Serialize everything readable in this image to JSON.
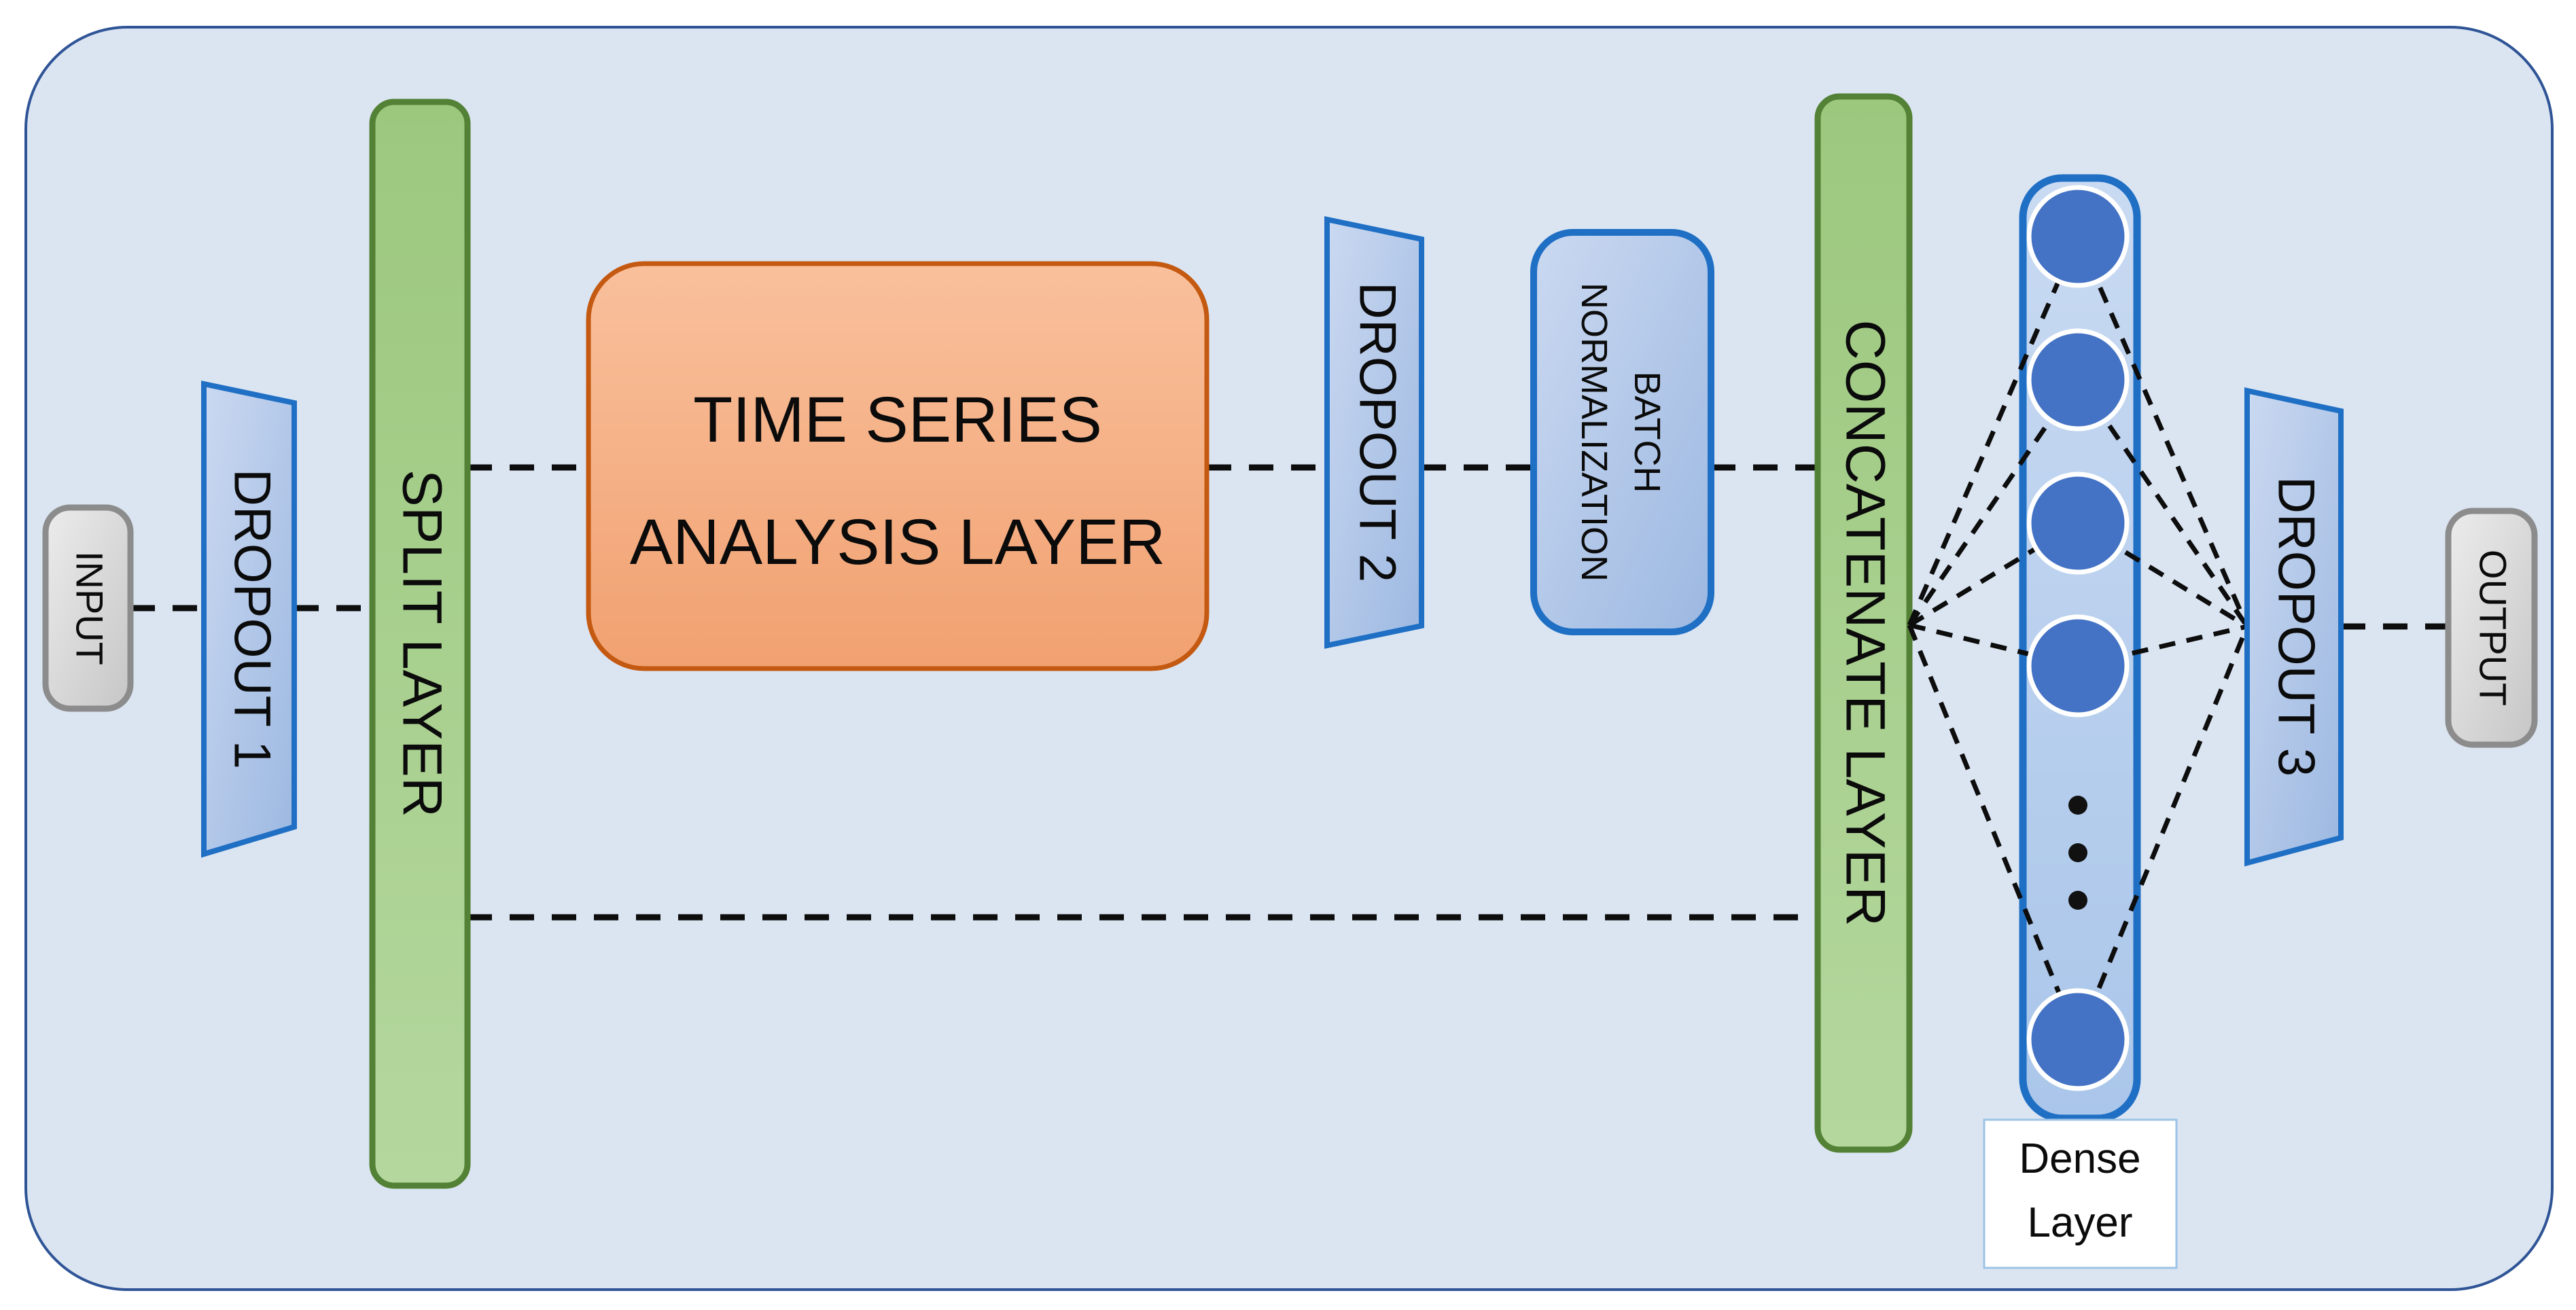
{
  "figure": {
    "kind": "neural-network-architecture-diagram",
    "dense_layer": {
      "visible_neurons": 5,
      "ellipsis_dots": 3
    }
  },
  "nodes": {
    "input": {
      "label": "INPUT"
    },
    "dropout1": {
      "label": "DROPOUT 1"
    },
    "split_layer": {
      "label": "SPLIT LAYER"
    },
    "time_series": {
      "line1": "TIME SERIES",
      "line2": "ANALYSIS LAYER"
    },
    "dropout2": {
      "label": "DROPOUT 2"
    },
    "batch_norm": {
      "line1": "BATCH",
      "line2": "NORMALIZATION"
    },
    "concatenate": {
      "label": "CONCATENATE LAYER"
    },
    "dense": {
      "caption_line1": "Dense",
      "caption_line2": "Layer"
    },
    "dropout3": {
      "label": "DROPOUT 3"
    },
    "output": {
      "label": "OUTPUT"
    }
  },
  "connections": [
    {
      "from": "input",
      "to": "dropout1",
      "style": "dashed"
    },
    {
      "from": "dropout1",
      "to": "split_layer",
      "style": "dashed"
    },
    {
      "from": "split_layer",
      "to": "time_series",
      "style": "dashed"
    },
    {
      "from": "time_series",
      "to": "dropout2",
      "style": "dashed"
    },
    {
      "from": "dropout2",
      "to": "batch_norm",
      "style": "dashed"
    },
    {
      "from": "batch_norm",
      "to": "concatenate",
      "style": "dashed"
    },
    {
      "from": "split_layer",
      "to": "concatenate",
      "style": "dashed-bypass"
    },
    {
      "from": "concatenate",
      "to": "dense",
      "style": "dashed-fan"
    },
    {
      "from": "dense",
      "to": "dropout3",
      "style": "dashed-fan"
    },
    {
      "from": "dropout3",
      "to": "output",
      "style": "dashed"
    }
  ],
  "colors": {
    "canvas-fill": "#DBE5F2",
    "canvas-border": "#2F5496",
    "green-border": "#538135",
    "blue-border": "#1F6FC4",
    "orange-border": "#C45911",
    "gray-border": "#8C8C8C",
    "neuron-fill": "#4472C4",
    "line-color": "#0D0D0D",
    "text-color": "#0B0B0B",
    "label-box-border": "#9DC3E6"
  }
}
